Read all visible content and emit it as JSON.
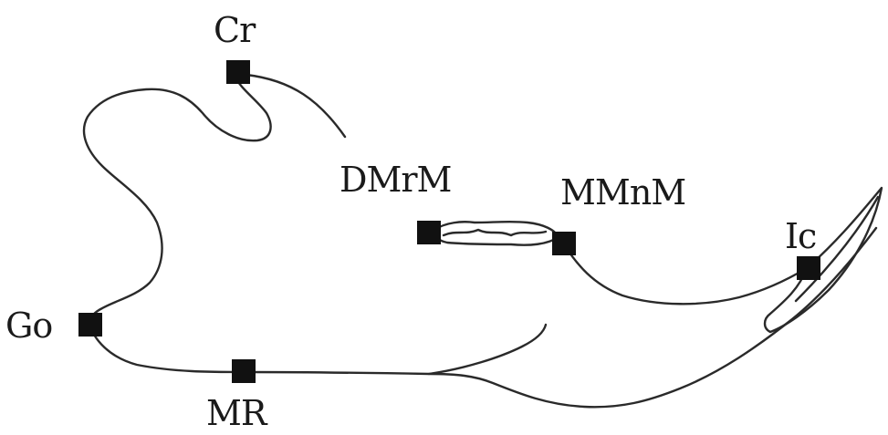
{
  "diagram": {
    "landmarks": {
      "cr": "Cr",
      "dmrm": "DMrM",
      "mmnm": "MMnM",
      "ic": "Ic",
      "go": "Go",
      "mr": "MR"
    },
    "colors": {
      "background": "#ffffff",
      "line": "#2a2a2a",
      "marker": "#111111",
      "text": "#1a1a1a"
    }
  }
}
